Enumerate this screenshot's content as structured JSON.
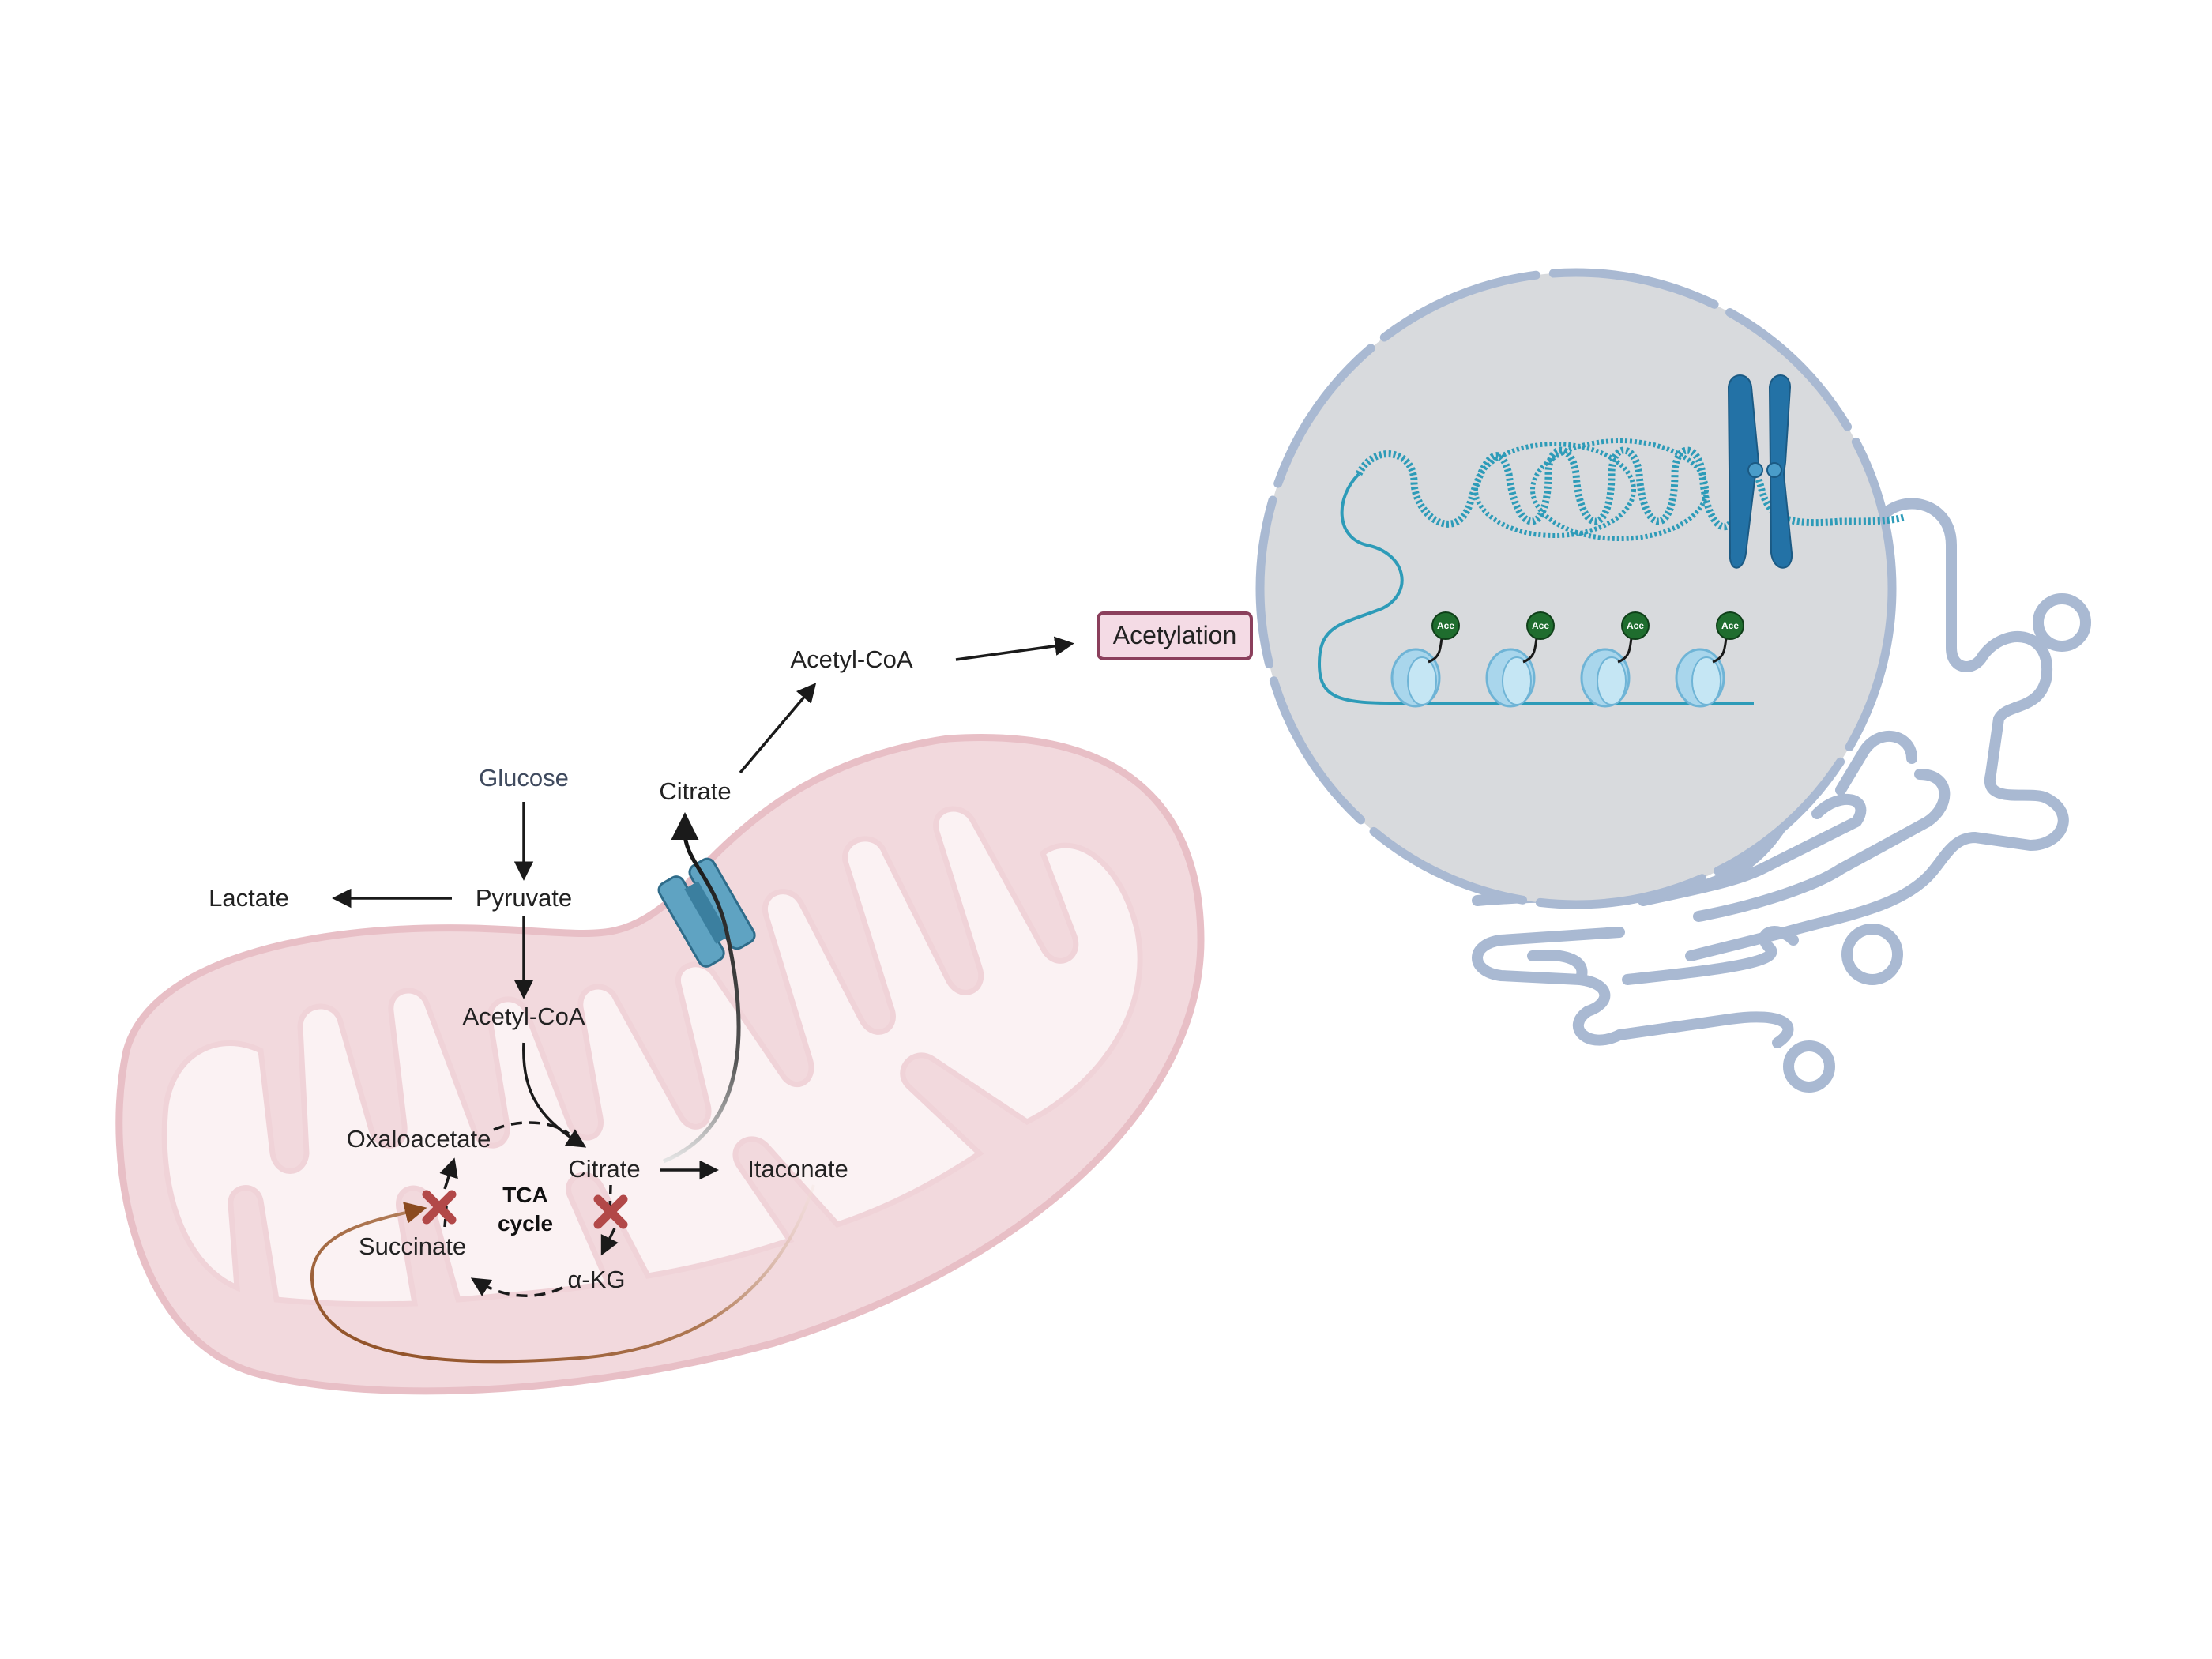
{
  "labels": {
    "glucose": "Glucose",
    "pyruvate": "Pyruvate",
    "lactate": "Lactate",
    "acetyl_coa_mito": "Acetyl-CoA",
    "oxaloacetate": "Oxaloacetate",
    "citrate_mito": "Citrate",
    "itaconate": "Itaconate",
    "succinate": "Succinate",
    "akg": "α-KG",
    "tca_line1": "TCA",
    "tca_line2": "cycle",
    "citrate_cyto": "Citrate",
    "acetyl_coa_cyto": "Acetyl-CoA",
    "acetylation": "Acetylation",
    "ace_mark": "Ace"
  },
  "colors": {
    "mito_outer": "#f2d9dd",
    "mito_stroke": "#e8bfc6",
    "mito_inner": "#fbf2f3",
    "nucleus_fill": "#d8dadd",
    "membrane": "#a9b9d2",
    "dna": "#2d9bb8",
    "chromosome": "#2372a6",
    "transporter": "#5fa3c2",
    "inhibit": "#b24848",
    "itaconate_arrow": "#8b4a1f",
    "ace_badge": "#1f6d2e",
    "acetylation_fill": "#f4dbe5",
    "acetylation_stroke": "#8b3f5c"
  }
}
